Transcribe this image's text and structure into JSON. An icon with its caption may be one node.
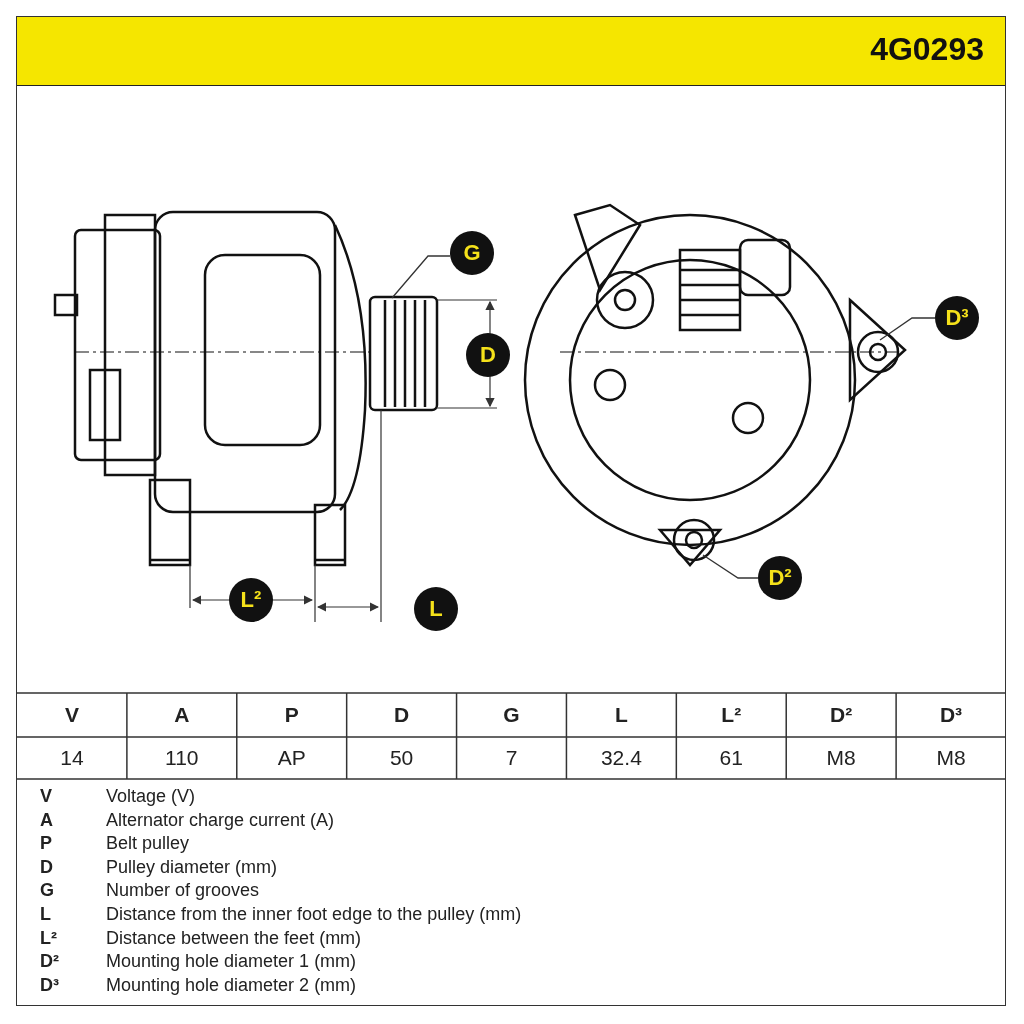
{
  "diagram": {
    "title": "4G0293",
    "nodes": [
      {
        "text": [
          "G"
        ]
      },
      {
        "text": [
          "D³"
        ]
      },
      {
        "text": [
          "D²"
        ]
      }
    ],
    "edges": [
      {
        "from": 0,
        "to": null,
        "arrow": "none"
      },
      {
        "from": 1,
        "to": null,
        "arrow": "none"
      },
      {
        "from": 2,
        "to": null,
        "arrow": "none"
      }
    ],
    "labels": [
      "D",
      "L²",
      "L",
      "V",
      "A",
      "P",
      "D",
      "G",
      "L",
      "L²",
      "D²",
      "D³",
      "14",
      "110",
      "AP",
      "50",
      "7",
      "32.4",
      "61",
      "M8",
      "M8",
      "V",
      "Voltage (V)",
      "A",
      "Alternator charge current (A)",
      "P",
      "Belt pulley",
      "D",
      "Pulley diameter (mm)",
      "G",
      "Number of grooves",
      "L",
      "Distance from the inner foot edge to the pulley (mm)",
      "L²",
      "Distance between the feet (mm)",
      "D²",
      "Mounting hole diameter 1 (mm)",
      "D³",
      "Mounting hole diameter 2 (mm)"
    ]
  }
}
